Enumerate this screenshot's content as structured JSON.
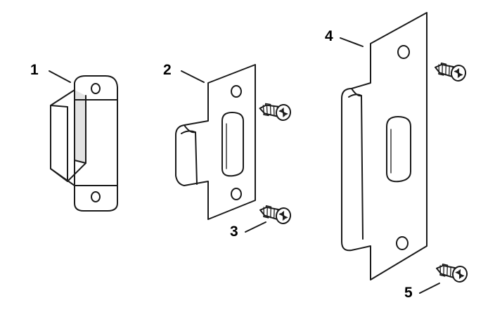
{
  "diagram": {
    "type": "exploded parts view",
    "labels": [
      "1",
      "2",
      "3",
      "4",
      "5"
    ],
    "parts": [
      {
        "callout": "1",
        "icon": "box-strike-icon"
      },
      {
        "callout": "2",
        "icon": "short-lip-strike-plate-icon"
      },
      {
        "callout": "3",
        "icon": "wood-screw-icon"
      },
      {
        "callout": "4",
        "icon": "long-strike-plate-icon"
      },
      {
        "callout": "5",
        "icon": "wood-screw-icon"
      }
    ]
  }
}
